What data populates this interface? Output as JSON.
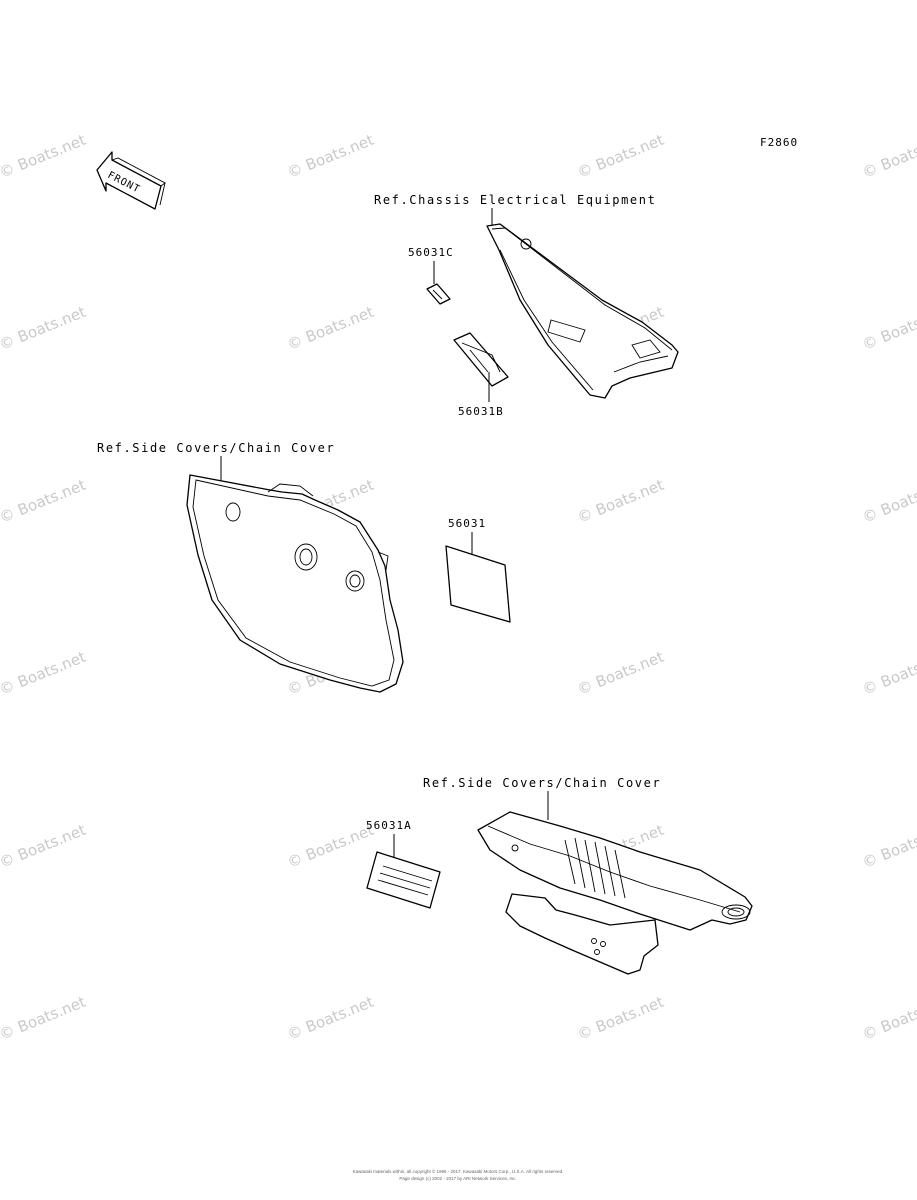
{
  "figure_code": "F2860",
  "front_arrow_text": "FRONT",
  "watermark_text": "© Boats.net",
  "references": {
    "chassis_electrical": "Ref.Chassis Electrical Equipment",
    "side_covers_upper": "Ref.Side Covers/Chain Cover",
    "side_covers_lower": "Ref.Side Covers/Chain Cover"
  },
  "parts": {
    "p56031C": "56031C",
    "p56031B": "56031B",
    "p56031": "56031",
    "p56031A": "56031A"
  },
  "footer": {
    "line1": "Kawasaki materials within, all copyright © 1995 - 2017. Kawasaki Motors Corp., U.S.A. All rights reserved.",
    "line2": "Page design (c) 2002 - 2017 by ARI Network Services, Inc."
  }
}
